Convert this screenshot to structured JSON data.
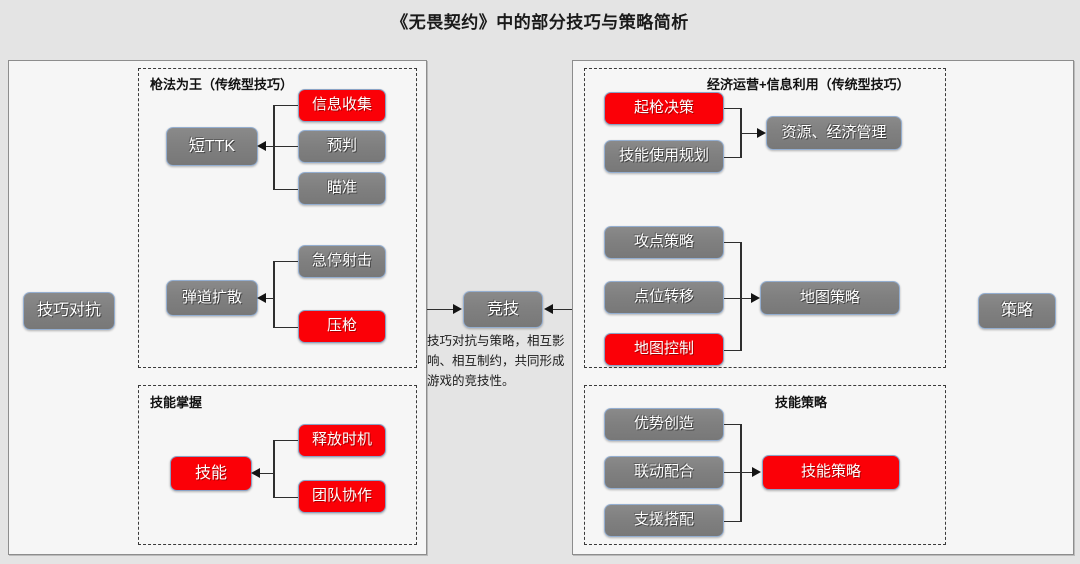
{
  "title": "《无畏契约》中的部分技巧与策略简析",
  "colors": {
    "red_node": "#fb0007",
    "gray_node": "#808080",
    "panel_bg": "#f6f6f6",
    "page_bg": "#e4e4e4",
    "connector": "#2e2e2e"
  },
  "left_root": {
    "label": "技巧对抗"
  },
  "right_root": {
    "label": "策略"
  },
  "center": {
    "label": "竞技",
    "caption": "技巧对抗与策略，相互影响、相互制约，共同形成游戏的竞技性。"
  },
  "groups": [
    {
      "id": "gunplay",
      "title": "枪法为王（传统型技巧）",
      "clusters": [
        {
          "target": {
            "label": "短TTK",
            "color": "gray"
          },
          "sources": [
            {
              "label": "信息收集",
              "color": "red"
            },
            {
              "label": "预判",
              "color": "gray"
            },
            {
              "label": "瞄准",
              "color": "gray"
            }
          ],
          "direction": "right-to-left"
        },
        {
          "target": {
            "label": "弹道扩散",
            "color": "gray"
          },
          "sources": [
            {
              "label": "急停射击",
              "color": "gray"
            },
            {
              "label": "压枪",
              "color": "red"
            }
          ],
          "direction": "right-to-left"
        }
      ]
    },
    {
      "id": "skill-mastery",
      "title": "技能掌握",
      "clusters": [
        {
          "target": {
            "label": "技能",
            "color": "red"
          },
          "sources": [
            {
              "label": "释放时机",
              "color": "red"
            },
            {
              "label": "团队协作",
              "color": "red"
            }
          ],
          "direction": "right-to-left"
        }
      ]
    },
    {
      "id": "economy",
      "title": "经济运营+信息利用（传统型技巧）",
      "clusters": [
        {
          "target": {
            "label": "资源、经济管理",
            "color": "gray"
          },
          "sources": [
            {
              "label": "起枪决策",
              "color": "red"
            },
            {
              "label": "技能使用规划",
              "color": "gray"
            }
          ],
          "direction": "left-to-right"
        },
        {
          "target": {
            "label": "地图策略",
            "color": "gray"
          },
          "sources": [
            {
              "label": "攻点策略",
              "color": "gray"
            },
            {
              "label": "点位转移",
              "color": "gray"
            },
            {
              "label": "地图控制",
              "color": "red"
            }
          ],
          "direction": "left-to-right"
        }
      ]
    },
    {
      "id": "skill-strategy",
      "title": "技能策略",
      "clusters": [
        {
          "target": {
            "label": "技能策略",
            "color": "red"
          },
          "sources": [
            {
              "label": "优势创造",
              "color": "gray"
            },
            {
              "label": "联动配合",
              "color": "gray"
            },
            {
              "label": "支援搭配",
              "color": "gray"
            }
          ],
          "direction": "left-to-right"
        }
      ]
    }
  ]
}
